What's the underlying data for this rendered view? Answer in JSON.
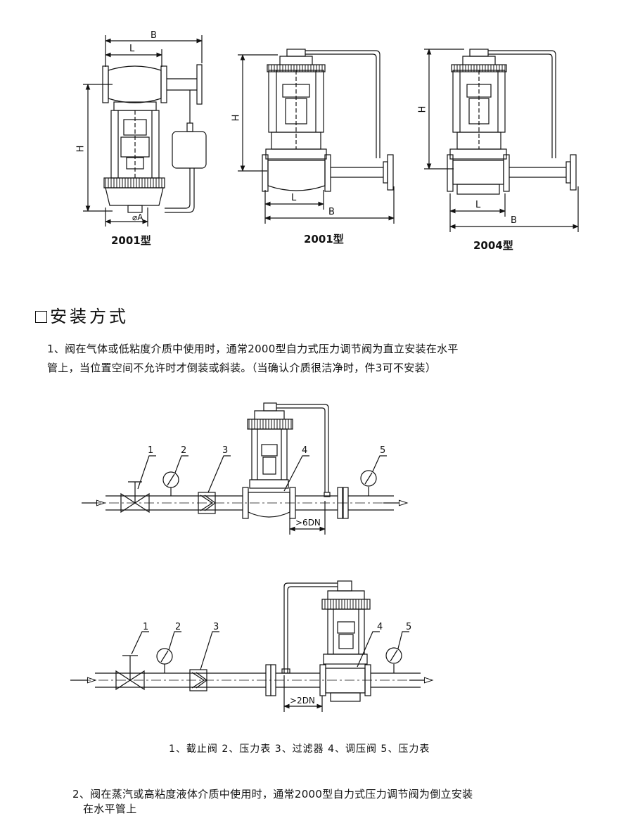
{
  "figures": [
    {
      "caption": "2001型",
      "dims": {
        "B": "B",
        "L": "L",
        "H": "H",
        "A": "⌀A"
      }
    },
    {
      "caption": "2001型",
      "dims": {
        "B": "B",
        "L": "L",
        "H": "H"
      }
    },
    {
      "caption": "2004型",
      "dims": {
        "B": "B",
        "L": "L",
        "H": "H"
      }
    }
  ],
  "section_title": "安装方式",
  "paragraph1": {
    "line1": "1、阀在气体或低粘度介质中使用时，通常2000型自力式压力调节阀为直立安装在水平",
    "line2": "管上，当位置空间不允许时才倒装或斜装。（当确认介质很洁净时，件3可不安装）"
  },
  "diagram1": {
    "callouts": [
      "1",
      "2",
      "3",
      "4",
      "5"
    ],
    "distance_label": ">6DN"
  },
  "diagram2": {
    "callouts": [
      "1",
      "2",
      "3",
      "4",
      "5"
    ],
    "distance_label": ">2DN"
  },
  "legend": "1、截止阀 2、压力表 3、过滤器 4、调压阀 5、压力表",
  "paragraph2": {
    "line1": "2、阀在蒸汽或高粘度液体介质中使用时，通常2000型自力式压力调节阀为倒立安装",
    "line2": "在水平管上"
  }
}
